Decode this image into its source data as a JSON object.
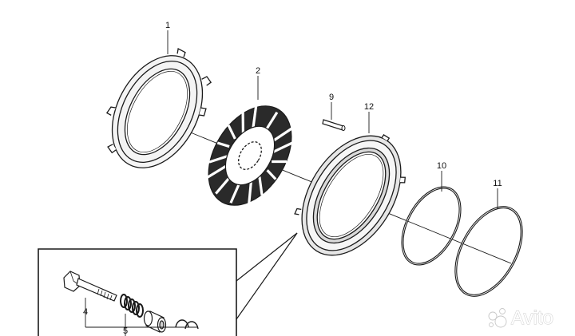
{
  "callouts": {
    "c1": "1",
    "c2": "2",
    "c9": "9",
    "c12": "12",
    "c10": "10",
    "c11": "11",
    "c4": "4",
    "c5": "5"
  },
  "watermark": {
    "text": "Avito"
  },
  "colors": {
    "line": "#1a1a1a",
    "shade": "#cfcfcf",
    "dark": "#2a2a2a"
  }
}
